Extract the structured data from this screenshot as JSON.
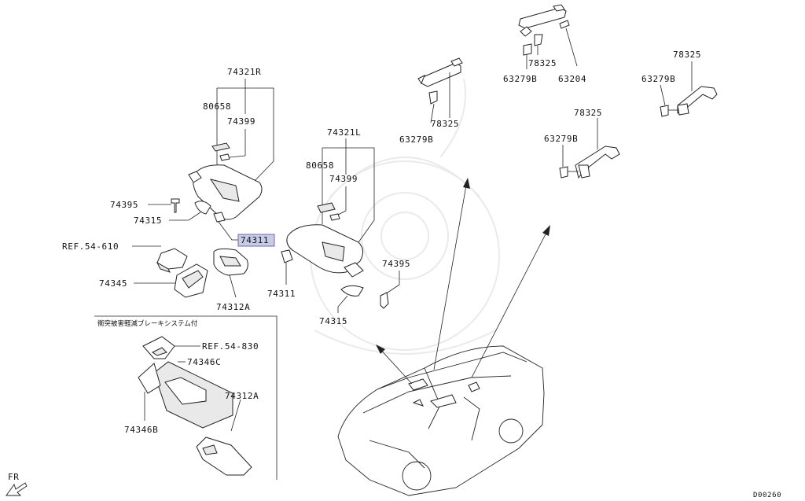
{
  "labels": {
    "p74321R": "74321R",
    "p80658_r": "80658",
    "p74399_r": "74399",
    "p74395_r": "74395",
    "p74315_r": "74315",
    "p74311_hl": "74311",
    "ref54610": "REF.54-610",
    "p74345": "74345",
    "p74312A_top": "74312A",
    "p74321L": "74321L",
    "p80658_l": "80658",
    "p74399_l": "74399",
    "p74395_l": "74395",
    "p74311_l": "74311",
    "p74315_l": "74315",
    "p63279B_a": "63279B",
    "p78325_a": "78325",
    "p78325_b": "78325",
    "p63279B_b": "63279B",
    "p63204": "63204",
    "p78325_c": "78325",
    "p63279B_c": "63279B",
    "p78325_d": "78325",
    "p63279B_d": "63279B",
    "box_title": "衝突被害軽減ブレーキシステム付",
    "ref54830": "REF.54-830",
    "p74346C": "74346C",
    "p74312A_box": "74312A",
    "p74346B": "74346B",
    "fr": "FR",
    "code": "D00260"
  },
  "colors": {
    "highlight": "#c7cbe6",
    "line": "#222222"
  }
}
